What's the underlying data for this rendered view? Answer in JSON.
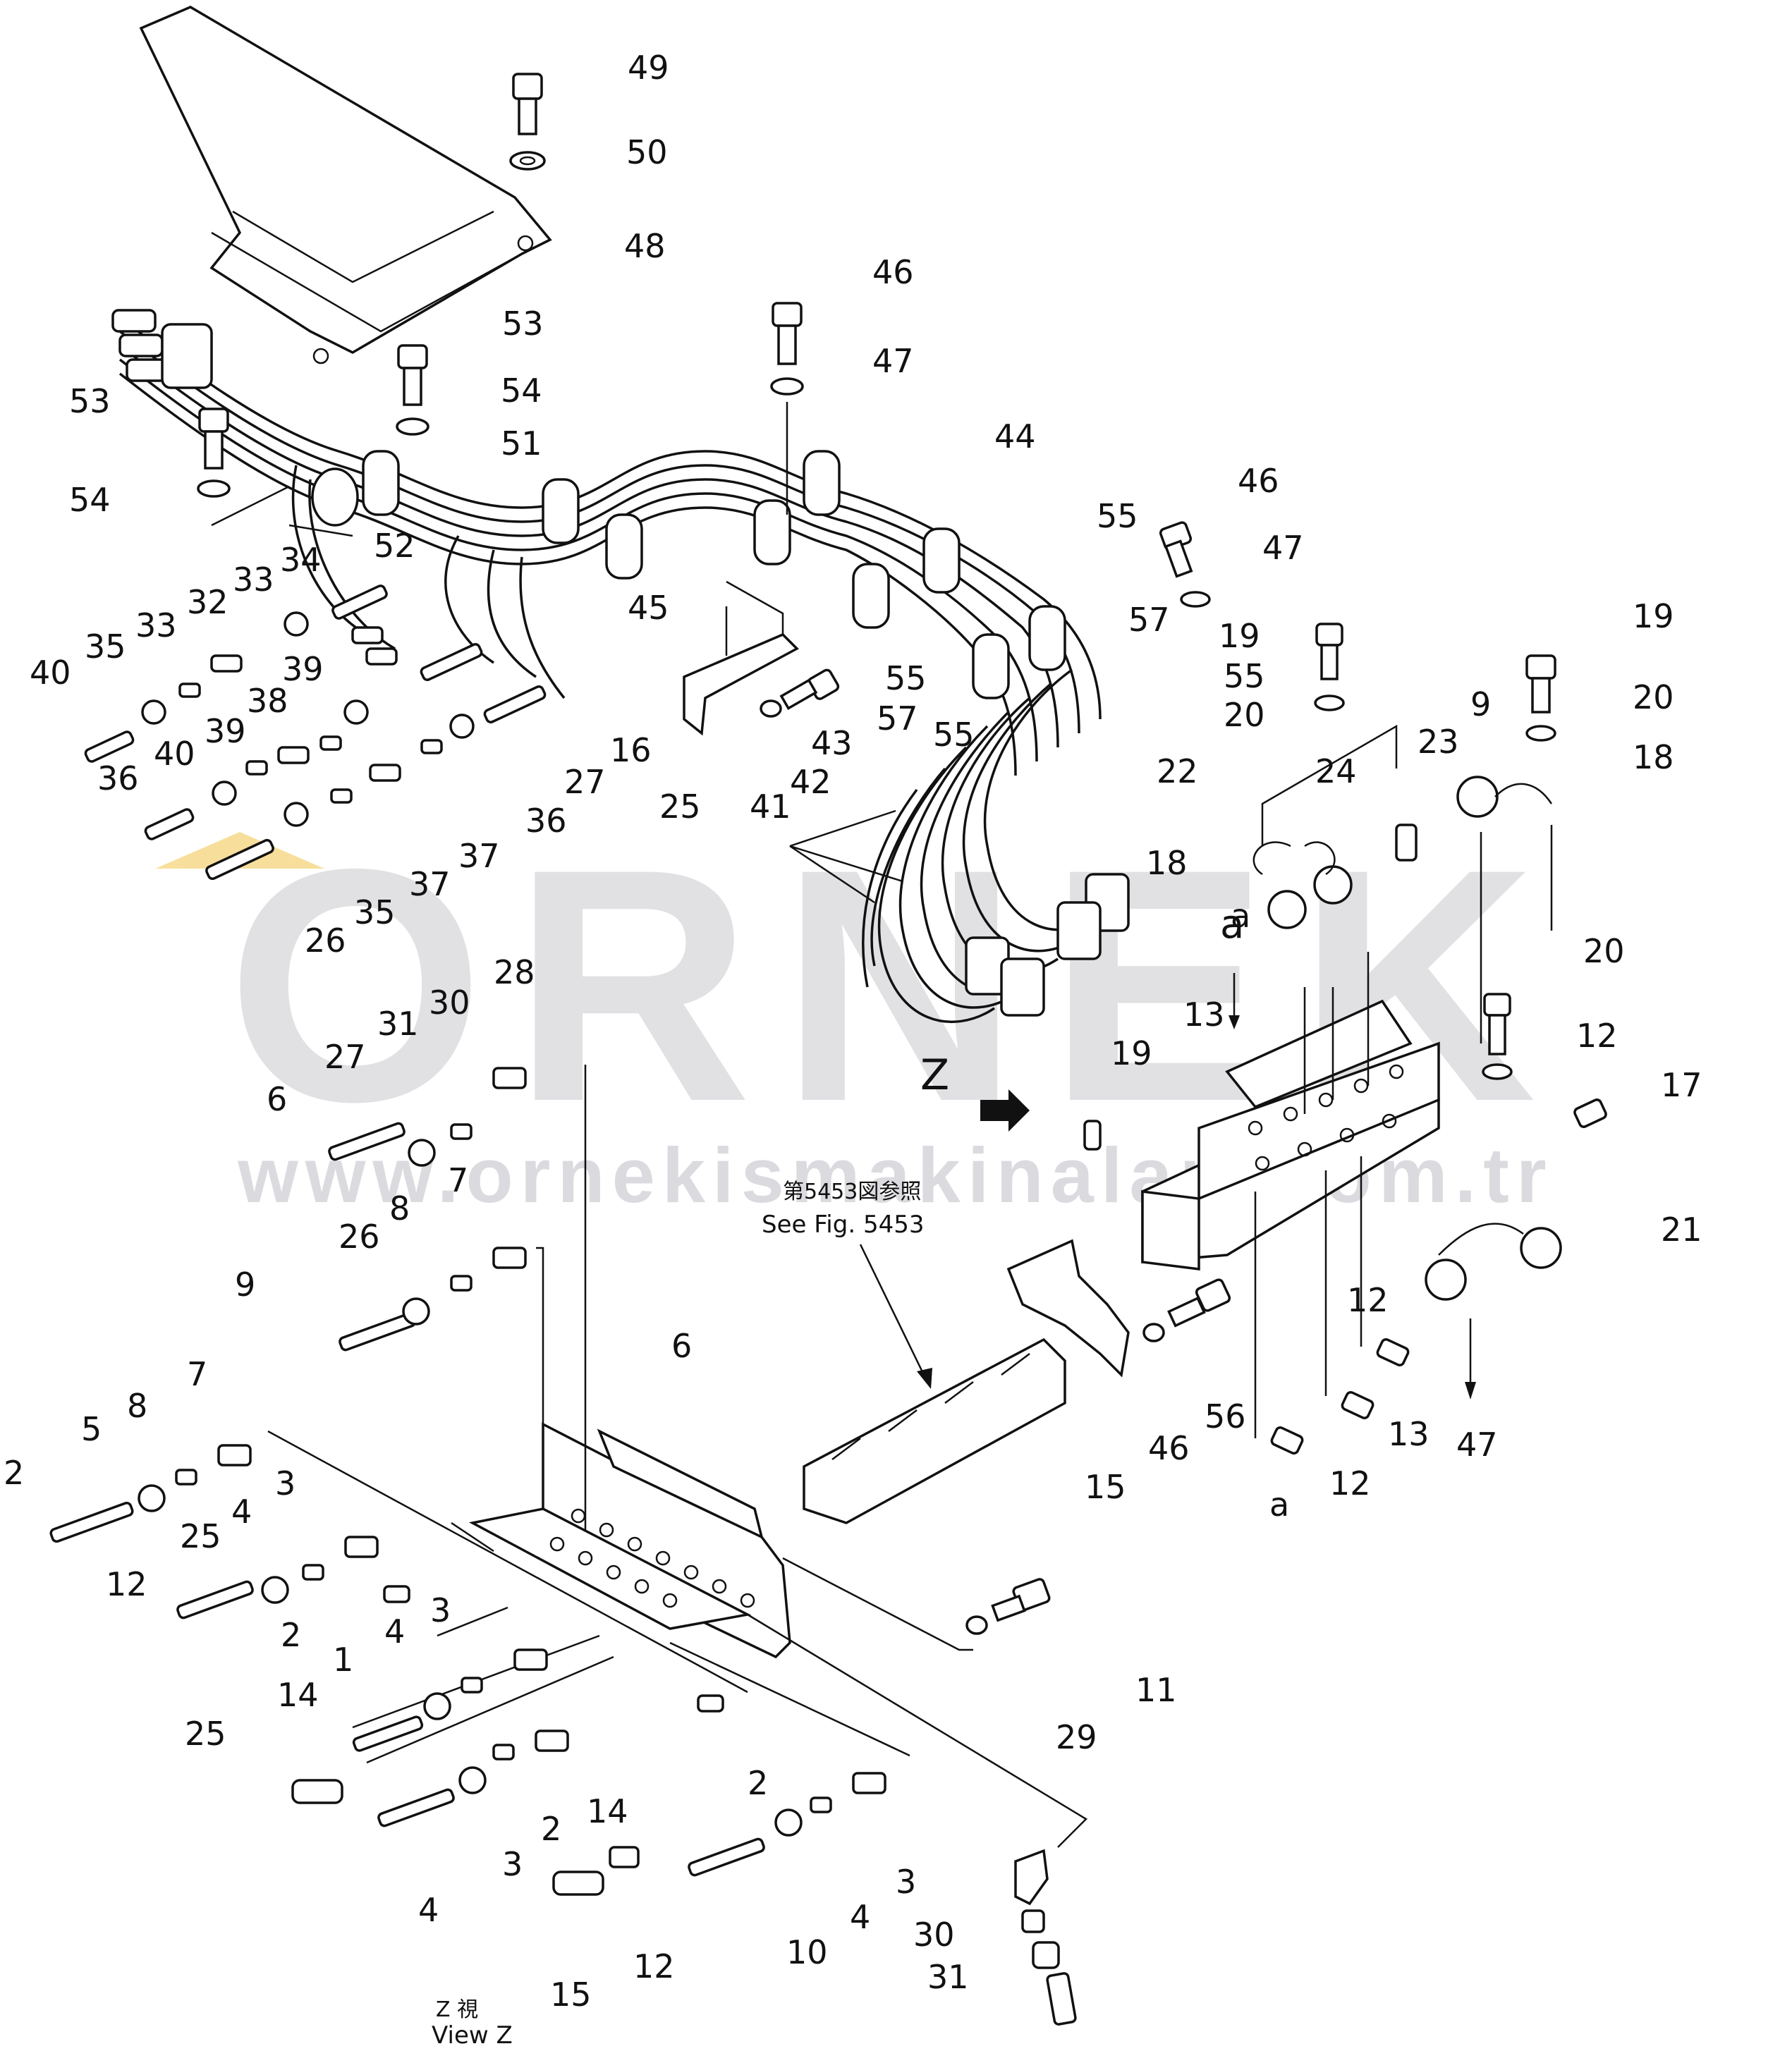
{
  "watermark": {
    "brand": "ORNEK",
    "url": "www.ornekismakinalari.com.tr"
  },
  "notes": {
    "see_fig_jp": "第5453図参照",
    "see_fig_en": "See Fig. 5453",
    "view_jp": "Z 視",
    "view_en": "View Z",
    "view_letter": "Z",
    "section_a_top": "a",
    "section_a_bottom": "a"
  },
  "callouts": [
    "49",
    "50",
    "48",
    "46",
    "47",
    "53",
    "54",
    "51",
    "53",
    "54",
    "52",
    "44",
    "45",
    "46",
    "47",
    "55",
    "57",
    "19",
    "20",
    "19",
    "20",
    "18",
    "55",
    "57",
    "55",
    "55",
    "42",
    "43",
    "41",
    "25",
    "34",
    "33",
    "32",
    "33",
    "35",
    "40",
    "39",
    "38",
    "39",
    "40",
    "36",
    "37",
    "36",
    "35",
    "37",
    "26",
    "27",
    "16",
    "18",
    "22",
    "24",
    "23",
    "9",
    "13",
    "19",
    "20",
    "12",
    "17",
    "21",
    "12",
    "13",
    "12",
    "a",
    "a",
    "47",
    "46",
    "56",
    "15",
    "28",
    "30",
    "31",
    "27",
    "6",
    "7",
    "8",
    "26",
    "9",
    "6",
    "7",
    "8",
    "5",
    "2",
    "3",
    "4",
    "25",
    "12",
    "2",
    "3",
    "4",
    "1",
    "14",
    "25",
    "4",
    "3",
    "2",
    "14",
    "15",
    "12",
    "2",
    "3",
    "4",
    "10",
    "11",
    "29",
    "30",
    "31"
  ]
}
